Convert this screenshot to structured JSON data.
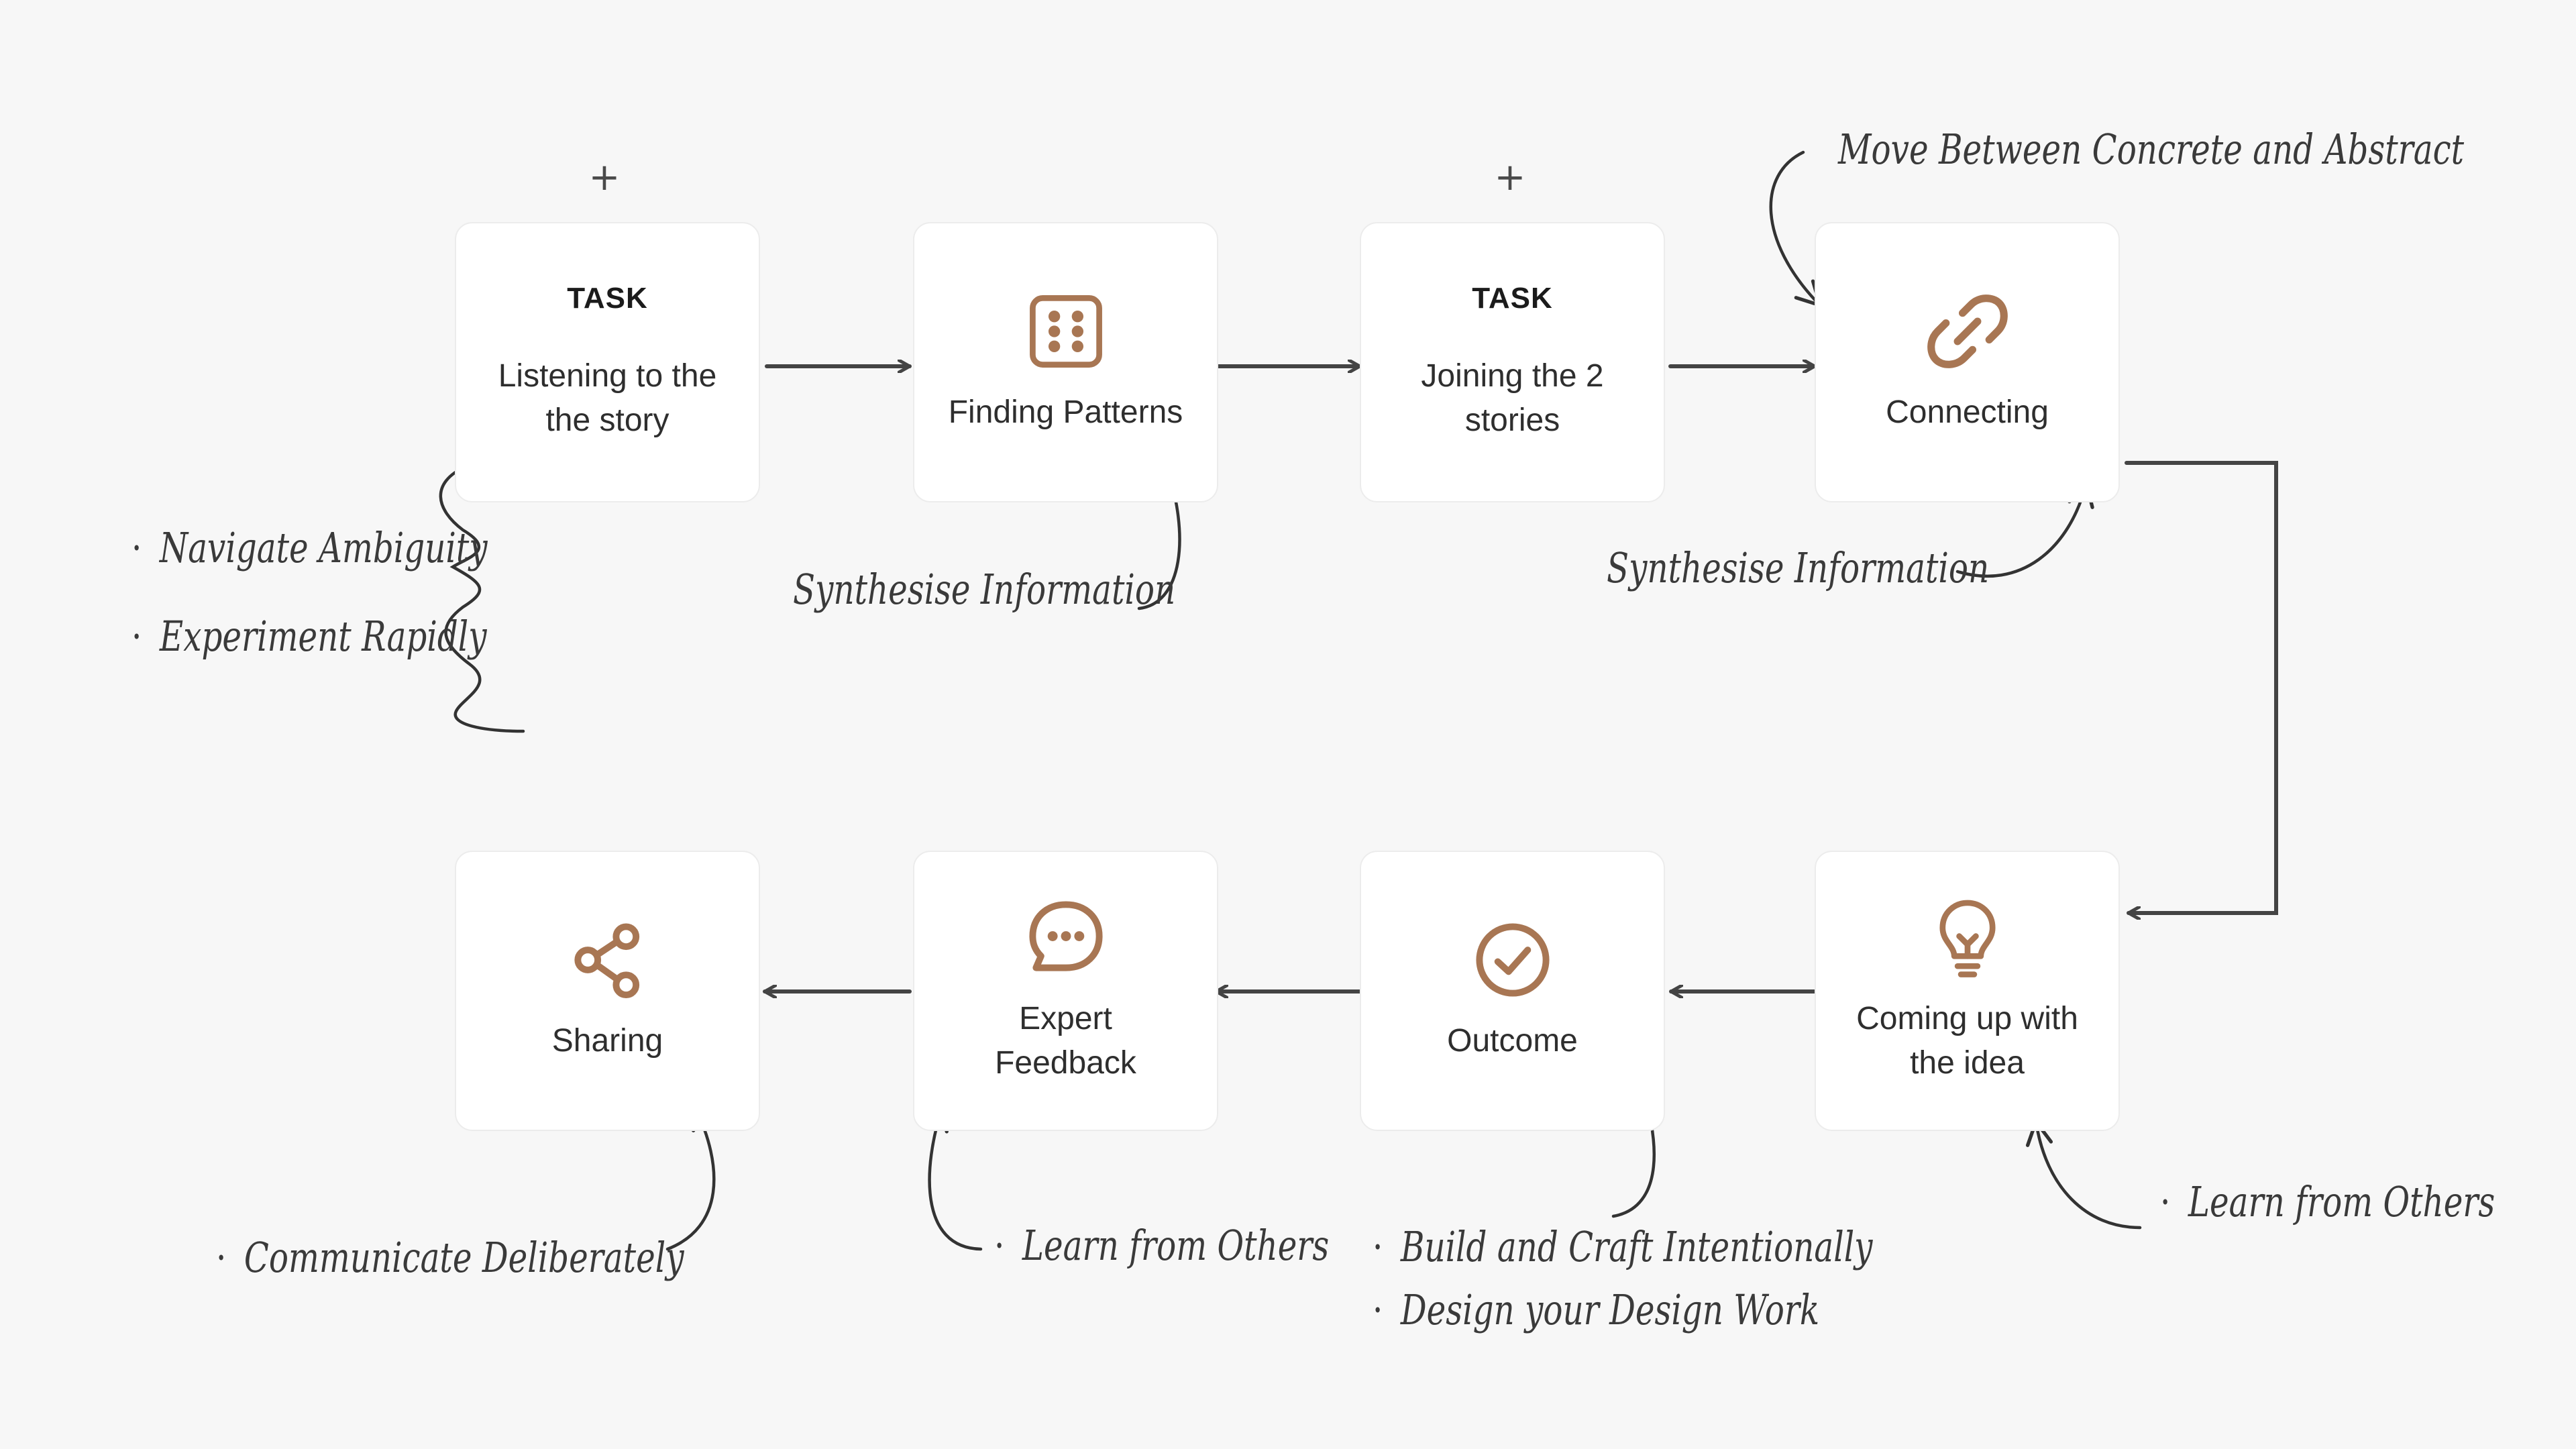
{
  "nodes": [
    {
      "id": "listening",
      "tag": "TASK",
      "label": "Listening to the the story"
    },
    {
      "id": "finding",
      "icon": "dice-grid-icon",
      "label": "Finding Patterns"
    },
    {
      "id": "joining",
      "tag": "TASK",
      "label": "Joining the 2 stories"
    },
    {
      "id": "connecting",
      "icon": "link-icon",
      "label": "Connecting"
    },
    {
      "id": "coming-up",
      "icon": "lightbulb-icon",
      "label": "Coming up with the idea"
    },
    {
      "id": "outcome",
      "icon": "check-circle-icon",
      "label": "Outcome"
    },
    {
      "id": "expert",
      "icon": "chat-bubble-icon",
      "label": "Expert Feedback"
    },
    {
      "id": "sharing",
      "icon": "share-icon",
      "label": "Sharing"
    }
  ],
  "plus_markers": [
    "+",
    "+"
  ],
  "annotations": {
    "navigate_ambiguity": "Navigate Ambiguity",
    "experiment_rapidly": "Experiment Rapidly",
    "synthesise_1": "Synthesise Information",
    "synthesise_2": "Synthesise Information",
    "move_between": "Move Between Concrete and Abstract",
    "learn_others_1": "Learn from Others",
    "learn_others_2": "Learn from Others",
    "build_craft": "Build and Craft Intentionally",
    "design_work": "Design your Design Work",
    "communicate": "Communicate Deliberately"
  },
  "colors": {
    "accent": "#a87653",
    "line": "#444444",
    "card_bg": "#ffffff",
    "page_bg": "#f7f7f7"
  }
}
